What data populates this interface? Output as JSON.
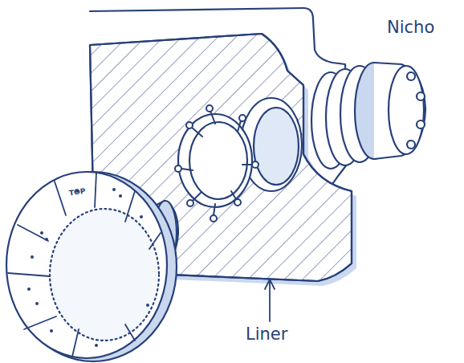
{
  "diagram": {
    "labels": [
      "Nicho",
      "Liner",
      "TOP"
    ]
  }
}
